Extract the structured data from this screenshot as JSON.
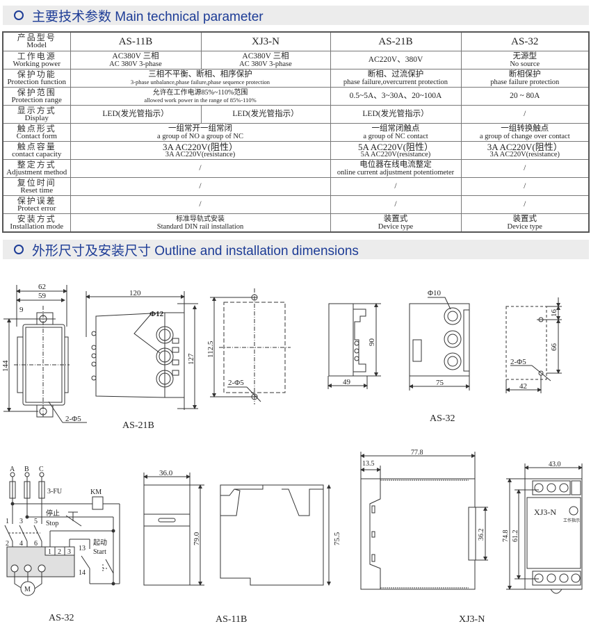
{
  "sections": {
    "params_title": "主要技术参数 Main technical parameter",
    "dims_title": "外形尺寸及安装尺寸 Outline and installation dimensions"
  },
  "table": {
    "header": {
      "zh": "产品型号",
      "en": "Model",
      "models": [
        "AS-11B",
        "XJ3-N",
        "AS-21B",
        "AS-32"
      ]
    },
    "rows": [
      {
        "zh": "工作电源",
        "en": "Working power",
        "c1": {
          "zh": "AC380V 三相",
          "en": "AC 380V 3-phase"
        },
        "c2": {
          "zh": "AC380V 三相",
          "en": "AC 380V 3-phase"
        },
        "c3": {
          "zh": "AC220V、380V"
        },
        "c4": {
          "zh": "无源型",
          "en": "No source"
        }
      },
      {
        "zh": "保护功能",
        "en": "Protection function",
        "c12": {
          "zh": "三相不平衡、断相、相序保护",
          "en": "3-phase unbalance,phase failure,phase sequence protection"
        },
        "c3": {
          "zh": "断相、过流保护",
          "en": "phase failure,overcurrent protection"
        },
        "c4": {
          "zh": "断相保护",
          "en": "phase failure protection"
        }
      },
      {
        "zh": "保护范围",
        "en": "Protection range",
        "c12": {
          "zh": "允许在工作电源85%~110%范围",
          "en": "allowed work power in the range of 85%-110%"
        },
        "c3": {
          "zh": "0.5~5A、3~30A、20~100A"
        },
        "c4": {
          "zh": "20 ~ 80A"
        }
      },
      {
        "zh": "显示方式",
        "en": "Display",
        "c1": {
          "zh": "LED(发光管指示）"
        },
        "c2": {
          "zh": "LED(发光管指示）"
        },
        "c3": {
          "zh": "LED(发光管指示）"
        },
        "c4": {
          "zh": "/"
        }
      },
      {
        "zh": "触点形式",
        "en": "Contact form",
        "c12": {
          "zh": "一组常开一组常闭",
          "en": "a group of NO a group of NC"
        },
        "c3": {
          "zh": "一组常闭触点",
          "en": "a group of NC contact"
        },
        "c4": {
          "zh": "一组转换触点",
          "en": "a group of change over contact"
        }
      },
      {
        "zh": "触点容量",
        "en": "contact capacity",
        "c12": {
          "zh": "3A AC220V(阻性）",
          "en": "3A AC220V(resistance)"
        },
        "c3": {
          "zh": "5A AC220V(阻性）",
          "en": "5A AC220V(resistance)"
        },
        "c4": {
          "zh": "3A AC220V(阻性）",
          "en": "3A AC220V(resistance)"
        }
      },
      {
        "zh": "整定方式",
        "en": "Adjustment method",
        "c12": {
          "zh": "/"
        },
        "c3": {
          "zh": "电位器在线电流整定",
          "en": "online current adjustment potentiometer"
        },
        "c4": {
          "zh": "/"
        }
      },
      {
        "zh": "复位时间",
        "en": "Reset time",
        "c12": {
          "zh": "/"
        },
        "c3": {
          "zh": "/"
        },
        "c4": {
          "zh": "/"
        }
      },
      {
        "zh": "保护误差",
        "en": "Protect error",
        "c12": {
          "zh": "/"
        },
        "c3": {
          "zh": "/"
        },
        "c4": {
          "zh": "/"
        }
      },
      {
        "zh": "安装方式",
        "en": "Installation mode",
        "c12": {
          "zh": "标准导轨式安装",
          "en": "Standard DIN rail installation"
        },
        "c3": {
          "zh": "装置式",
          "en": "Device type"
        },
        "c4": {
          "zh": "装置式",
          "en": "Device type"
        }
      }
    ]
  },
  "drawings": {
    "as21b": {
      "caption": "AS-21B",
      "d62": "62",
      "d59": "59",
      "d9": "9",
      "d144": "144",
      "hole": "2-Φ5",
      "d120": "120",
      "phi12": "Φ12",
      "d127": "127",
      "d112": "112.5",
      "hole2": "2-Φ5"
    },
    "as32": {
      "caption": "AS-32",
      "d90": "90",
      "d49": "49",
      "phi10": "Φ10",
      "d75": "75",
      "d16": "16",
      "d66": "66",
      "d42": "42",
      "hole": "2-Φ5"
    },
    "circuit": {
      "caption": "AS-32",
      "A": "A",
      "B": "B",
      "C": "C",
      "fu": "3-FU",
      "km": "KM",
      "stop_zh": "停止",
      "stop_en": "Stop",
      "start_zh": "起动",
      "start_en": "Start",
      "t1": "1",
      "t3": "3",
      "t5": "5",
      "t2": "2",
      "t4": "4",
      "t6": "6",
      "r1": "1",
      "r2": "2",
      "r3": "3",
      "n13": "13",
      "n14": "14",
      "motor": "M"
    },
    "as11b": {
      "caption": "AS-11B",
      "d36": "36.0",
      "d79": "79.0",
      "d75": "75.5"
    },
    "xj3n": {
      "caption": "XJ3-N",
      "d778": "77.8",
      "d135": "13.5",
      "d362": "36.2",
      "d43": "43.0",
      "d748": "74.8",
      "d612": "61.2",
      "label": "XJ3-N",
      "led": "工作指示"
    }
  }
}
